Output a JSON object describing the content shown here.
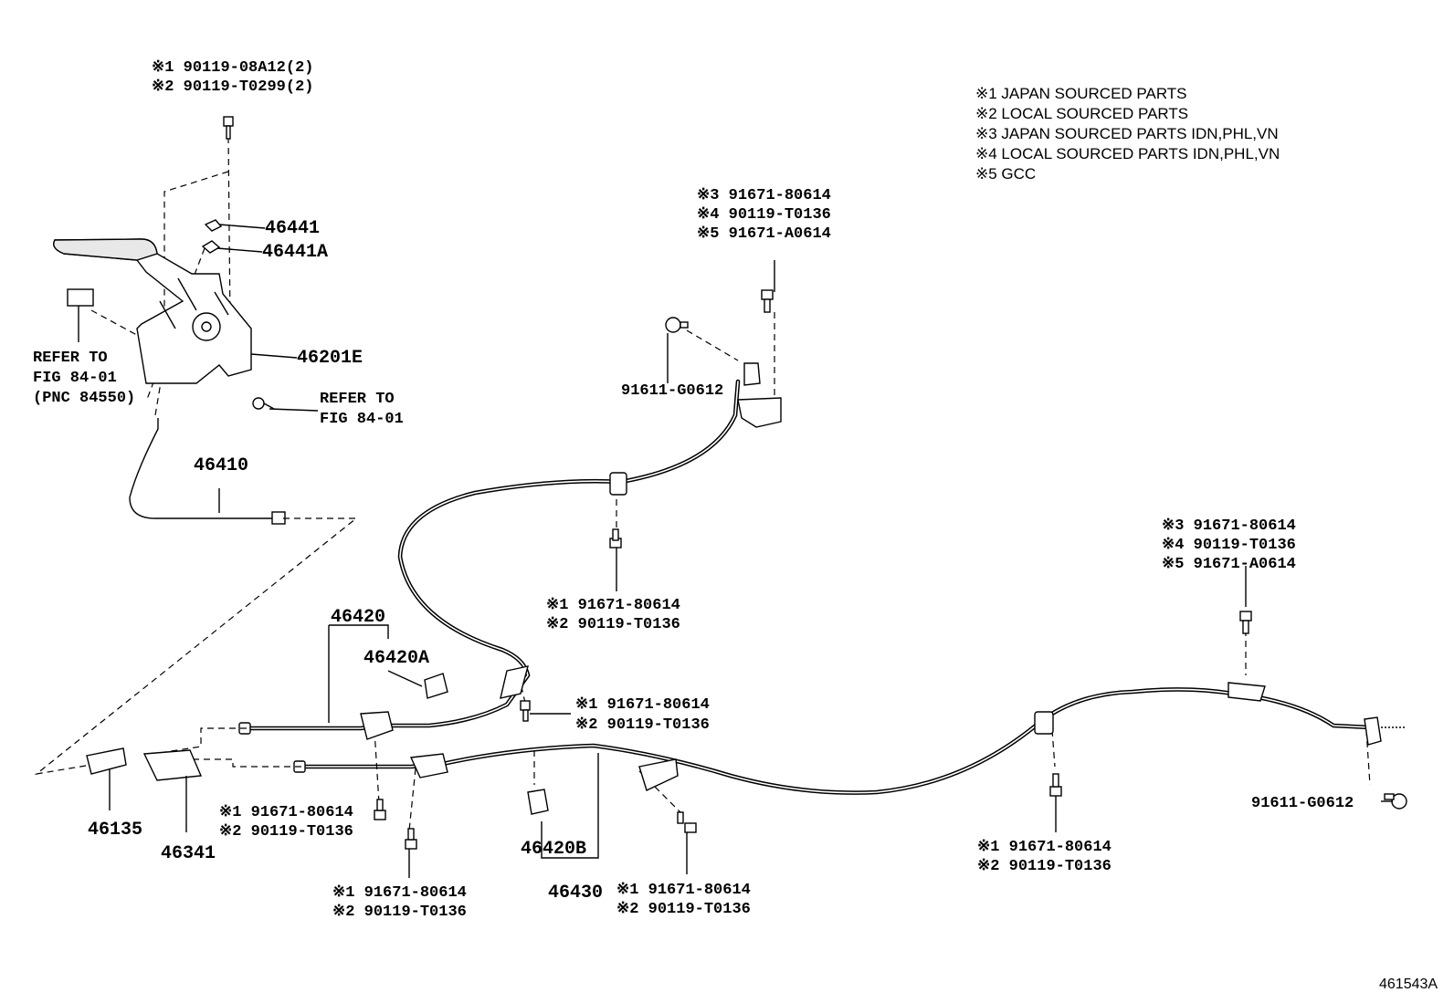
{
  "legend": [
    "※1 JAPAN SOURCED PARTS",
    "※2 LOCAL SOURCED PARTS",
    "※3 JAPAN SOURCED PARTS IDN,PHL,VN",
    "※4 LOCAL SOURCED PARTS IDN,PHL,VN",
    "※5 GCC"
  ],
  "lever_bolt": [
    "※1 90119-08A12(2)",
    "※2 90119-T0299(2)"
  ],
  "parts": {
    "p46441": "46441",
    "p46441A": "46441A",
    "p46201E": "46201E",
    "p46410": "46410",
    "p46420": "46420",
    "p46420A": "46420A",
    "p46420B": "46420B",
    "p46430": "46430",
    "p46135": "46135",
    "p46341": "46341",
    "p91611_top": "91611-G0612",
    "p91611_right": "91611-G0612"
  },
  "refer_left": [
    "REFER TO",
    "FIG 84-01",
    "(PNC 84550)"
  ],
  "refer_mid": [
    "REFER TO",
    "FIG 84-01"
  ],
  "bolt_top_mid": [
    "※3 91671-80614",
    "※4 90119-T0136",
    "※5 91671-A0614"
  ],
  "bolt_top_right": [
    "※3 91671-80614",
    "※4 90119-T0136",
    "※5 91671-A0614"
  ],
  "bolt_center": [
    "※1 91671-80614",
    "※2 90119-T0136"
  ],
  "bolt_mid_right": [
    "※1 91671-80614",
    "※2 90119-T0136"
  ],
  "bolt_left_low": [
    "※1 91671-80614",
    "※2 90119-T0136"
  ],
  "bolt_bottom_left": [
    "※1 91671-80614",
    "※2 90119-T0136"
  ],
  "bolt_bottom_mid": [
    "※1 91671-80614",
    "※2 90119-T0136"
  ],
  "bolt_right_low": [
    "※1 91671-80614",
    "※2 90119-T0136"
  ],
  "illustration_id": "461543A"
}
